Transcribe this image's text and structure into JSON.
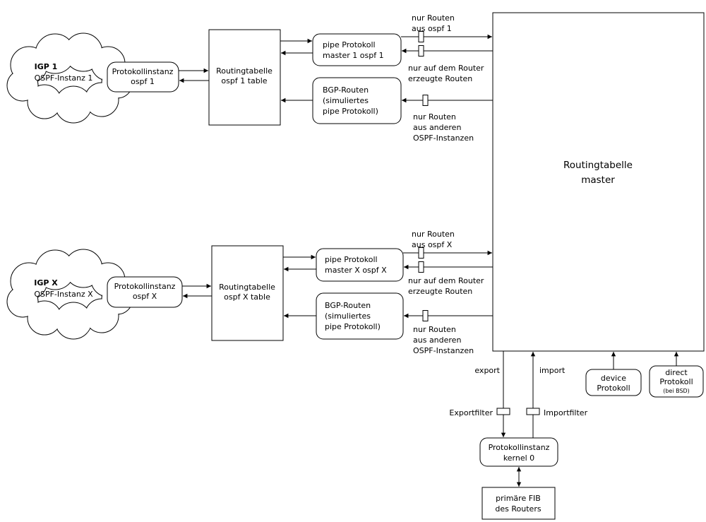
{
  "diagram": {
    "colors": {
      "stroke": "#000000",
      "fill": "#ffffff",
      "background": "#ffffff"
    },
    "clouds": {
      "igp1": {
        "title": "IGP 1",
        "subtitle": "OSPF-Instanz 1"
      },
      "igpx": {
        "title": "IGP X",
        "subtitle": "OSPF-Instanz X"
      }
    },
    "boxes": {
      "proto1": {
        "line1": "Protokollinstanz",
        "line2": "ospf 1"
      },
      "table1": {
        "line1": "Routingtabelle",
        "line2": "ospf 1 table"
      },
      "pipe1": {
        "line1": "pipe Protokoll",
        "line2": "master 1 ospf 1"
      },
      "bgp1": {
        "line1": "BGP-Routen",
        "line2": "(simuliertes",
        "line3": "pipe Protokoll)"
      },
      "protox": {
        "line1": "Protokollinstanz",
        "line2": "ospf X"
      },
      "tablex": {
        "line1": "Routingtabelle",
        "line2": "ospf X table"
      },
      "pipex": {
        "line1": "pipe Protokoll",
        "line2": "master X ospf X"
      },
      "bgpx": {
        "line1": "BGP-Routen",
        "line2": "(simuliertes",
        "line3": "pipe Protokoll)"
      },
      "master": {
        "line1": "Routingtabelle",
        "line2": "master"
      },
      "kernel": {
        "line1": "Protokollinstanz",
        "line2": "kernel 0"
      },
      "fib": {
        "line1": "primäre FIB",
        "line2": "des Routers"
      },
      "device": {
        "line1": "device",
        "line2": "Protokoll"
      },
      "direct": {
        "line1": "direct",
        "line2": "Protokoll",
        "line3": "(bei BSD)"
      }
    },
    "annotations": {
      "routes_ospf1": {
        "line1": "nur Routen",
        "line2": "aus ospf 1"
      },
      "router_routes1": {
        "line1": "nur auf dem Router",
        "line2": "erzeugte Routen"
      },
      "other_ospf1": {
        "line1": "nur Routen",
        "line2": "aus anderen",
        "line3": "OSPF-Instanzen"
      },
      "routes_ospfx": {
        "line1": "nur Routen",
        "line2": "aus ospf X"
      },
      "router_routesx": {
        "line1": "nur auf dem Router",
        "line2": "erzeugte Routen"
      },
      "other_ospfx": {
        "line1": "nur Routen",
        "line2": "aus anderen",
        "line3": "OSPF-Instanzen"
      },
      "export": "export",
      "import": "import",
      "exportfilter": "Exportfilter",
      "importfilter": "Importfilter"
    }
  }
}
